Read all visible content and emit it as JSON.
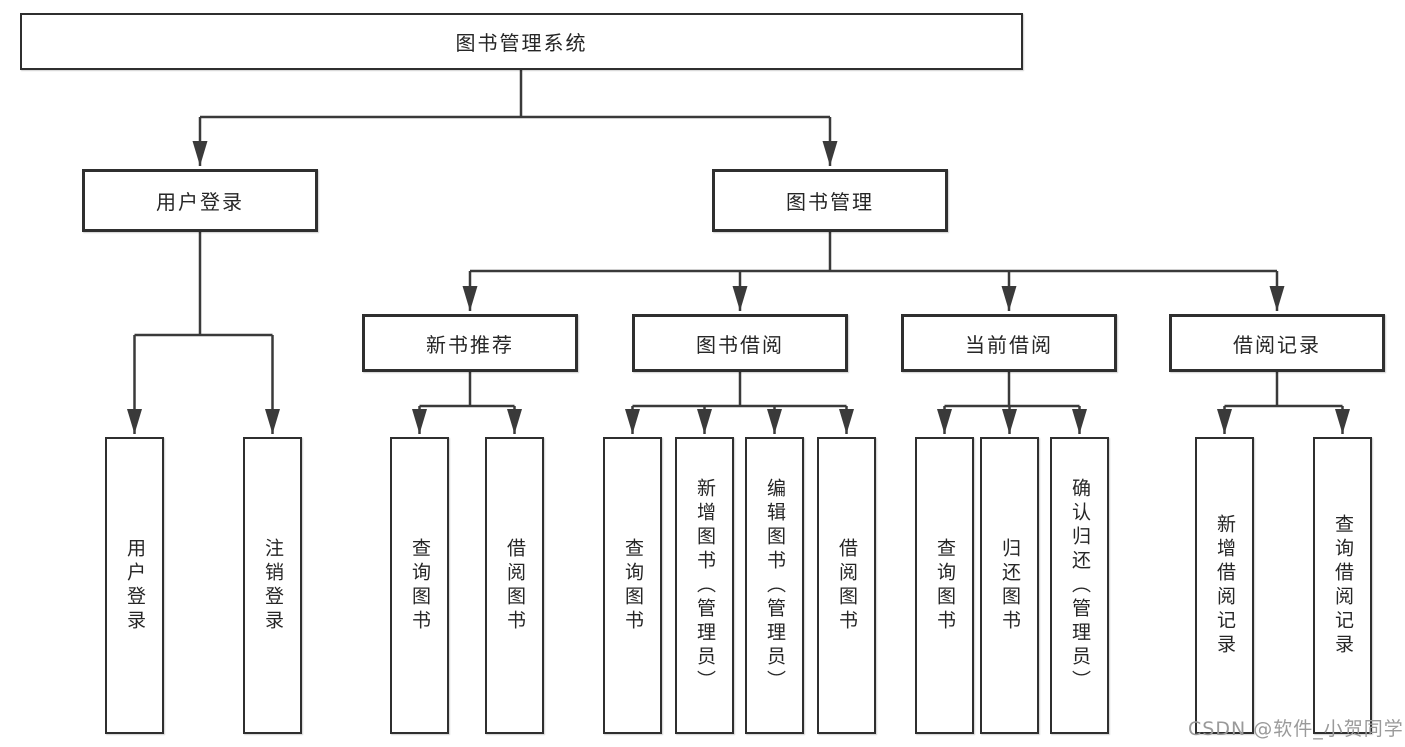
{
  "tree": {
    "label": "图书管理系统",
    "children": [
      {
        "label": "用户登录",
        "children": [
          {
            "label": "用户登录"
          },
          {
            "label": "注销登录"
          }
        ]
      },
      {
        "label": "图书管理",
        "children": [
          {
            "label": "新书推荐",
            "children": [
              {
                "label": "查询图书"
              },
              {
                "label": "借阅图书"
              }
            ]
          },
          {
            "label": "图书借阅",
            "children": [
              {
                "label": "查询图书"
              },
              {
                "label": "新增图书（管理员）"
              },
              {
                "label": "编辑图书（管理员）"
              },
              {
                "label": "借阅图书"
              }
            ]
          },
          {
            "label": "当前借阅",
            "children": [
              {
                "label": "查询图书"
              },
              {
                "label": "归还图书"
              },
              {
                "label": "确认归还（管理员）"
              }
            ]
          },
          {
            "label": "借阅记录",
            "children": [
              {
                "label": "新增借阅记录"
              },
              {
                "label": "查询借阅记录"
              }
            ]
          }
        ]
      }
    ]
  },
  "watermark": {
    "text": "CSDN @软件_小贺同学"
  },
  "colors": {
    "line-color": "#3a3a3a",
    "border-color": "#2f2f2f",
    "text-color": "#262626",
    "bg-color": "#ffffff",
    "watermark-color": "#9a9a9a"
  }
}
